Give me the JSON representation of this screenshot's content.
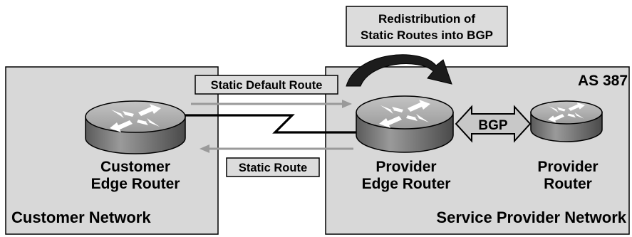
{
  "diagram": {
    "callout": {
      "line1": "Redistribution of",
      "line2": "Static Routes into BGP"
    },
    "as_label": "AS 387",
    "static_default_route": "Static Default Route",
    "static_route": "Static Route",
    "bgp": "BGP",
    "customer_router": {
      "line1": "Customer",
      "line2": "Edge Router"
    },
    "provider_edge_router": {
      "line1": "Provider",
      "line2": "Edge Router"
    },
    "provider_router": {
      "line1": "Provider",
      "line2": "Router"
    },
    "customer_network": "Customer Network",
    "service_provider_network": "Service Provider Network",
    "colors": {
      "region_fill": "#d8d8d8",
      "label_fill": "#dcdcdc",
      "router_top": "#b0b0b0",
      "router_side": "#707070",
      "arrow_gray": "#9a9a9a",
      "curve_arrow": "#1c1c1c"
    },
    "icons": [
      "router-icon",
      "curved-arrow-icon",
      "double-arrow-icon"
    ]
  }
}
